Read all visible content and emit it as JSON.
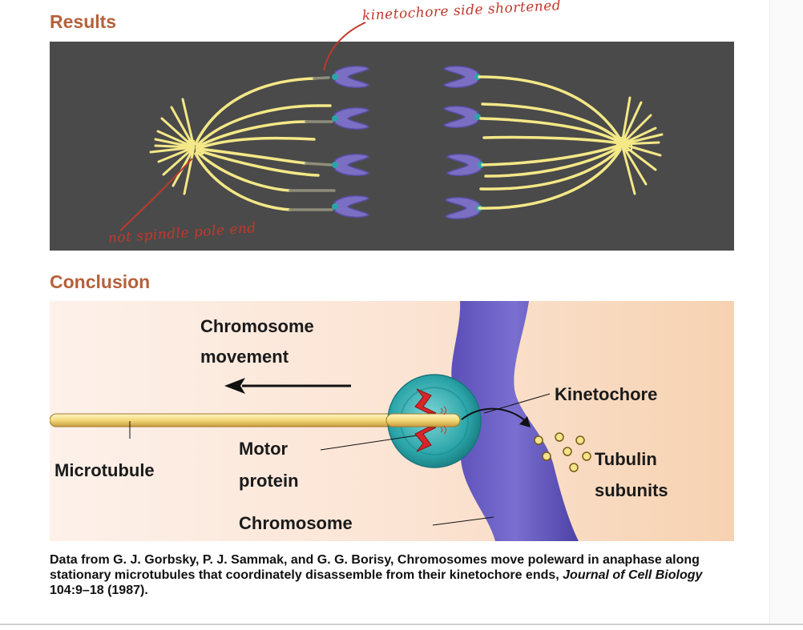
{
  "results": {
    "heading": "Results",
    "annotation_kinetochore": "kinetochore side shortened",
    "annotation_pole": "not spindle pole end"
  },
  "conclusion": {
    "heading": "Conclusion",
    "movement_label_line1": "Chromosome",
    "movement_label_line2": "movement",
    "kinetochore_label": "Kinetochore",
    "microtubule_label": "Microtubule",
    "motor_label_line1": "Motor",
    "motor_label_line2": "protein",
    "tubulin_label_line1": "Tubulin",
    "tubulin_label_line2": "subunits",
    "chromosome_label": "Chromosome"
  },
  "caption": {
    "authors": "Data from G. J. Gorbsky, P. J. Sammak, and G. G. Borisy, Chromosomes move poleward in anaphase along stationary microtubules that coordinately disassemble from their kinetochore ends, ",
    "journal": "Journal of Cell Biology",
    "citation": " 104:9–18 (1987)."
  },
  "colors": {
    "heading": "#b5603a",
    "annotation": "#c0392b",
    "panel_dark": "#4a4a4a",
    "microtubule": "#f4e887",
    "shortened_fiber": "#8d8d7a",
    "kinetochore_chromatid": "#7b6fc4",
    "chromosome": "#5b4fb8",
    "kinetochore_disc": "#2aa4a8",
    "motor_protein": "#d7262b"
  }
}
